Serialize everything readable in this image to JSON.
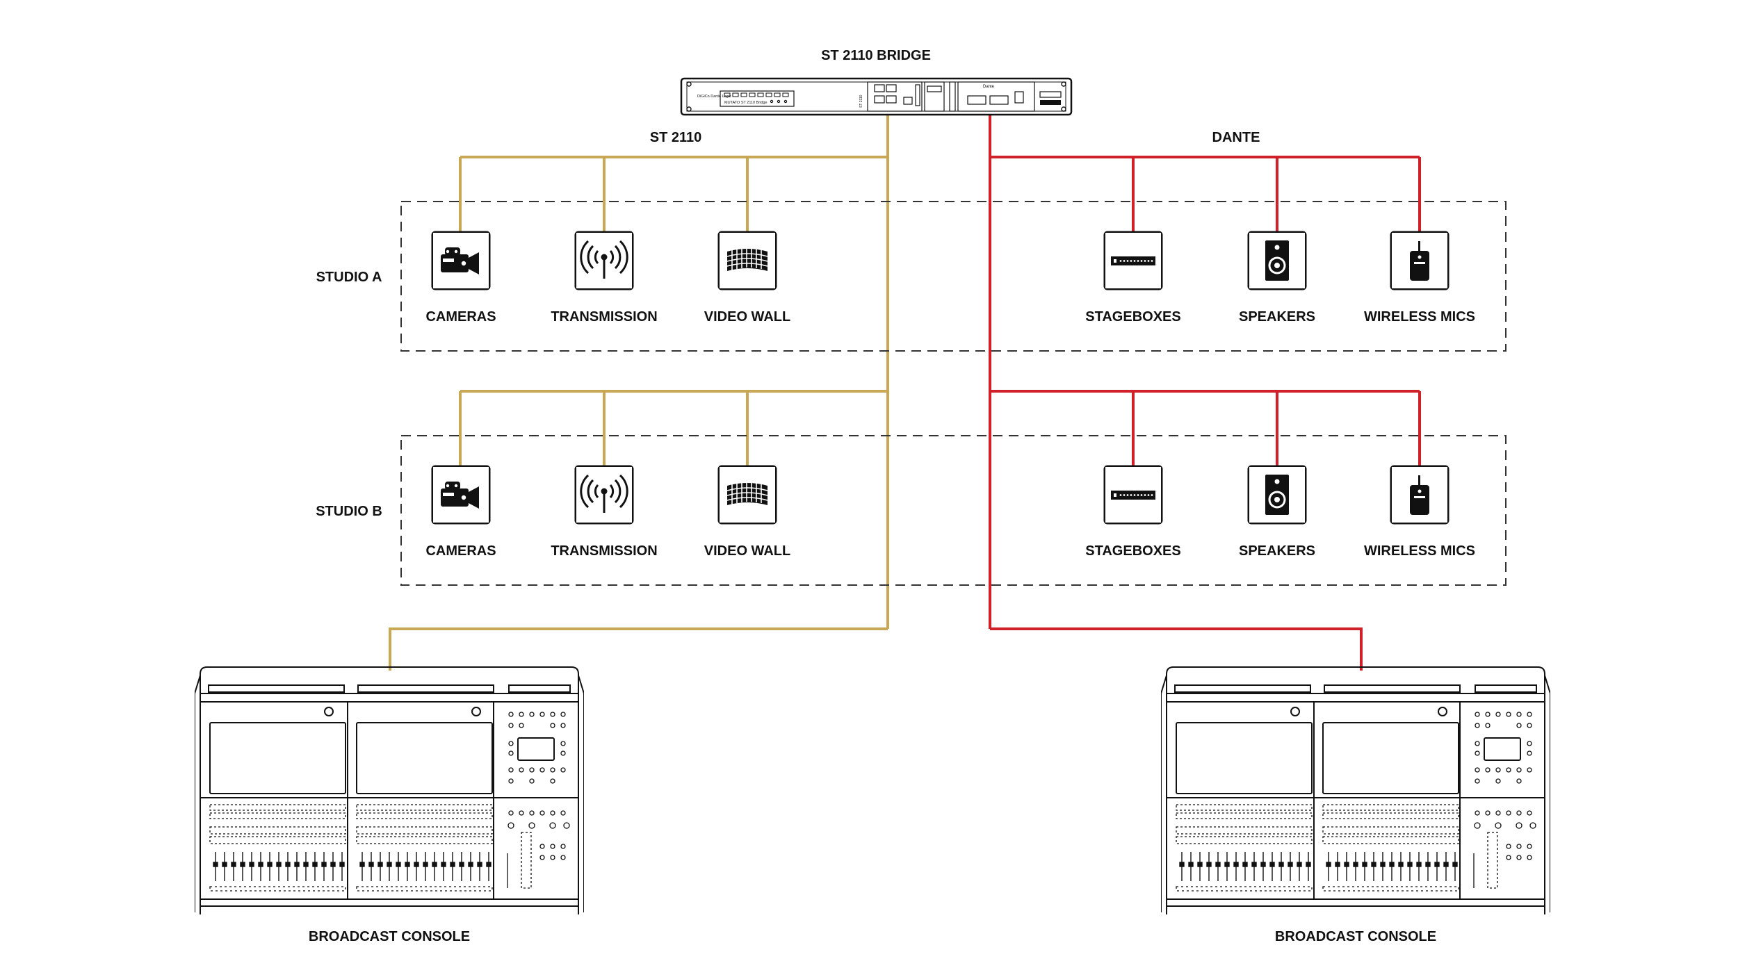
{
  "title": "ST 2110 BRIDGE",
  "networks": {
    "st2110": {
      "label": "ST 2110",
      "color": "#C9A855"
    },
    "dante": {
      "label": "DANTE",
      "color": "#D0212B"
    }
  },
  "bridge_device": {
    "brand": "DiGiCo Dante Logic",
    "model": "MUTATO ST 2110 Bridge",
    "tag1": "ST 2110",
    "tag2": "Dante"
  },
  "studios": [
    {
      "label": "STUDIO A",
      "st2110_devices": [
        {
          "label": "CAMERAS",
          "icon": "video-camera-icon"
        },
        {
          "label": "TRANSMISSION",
          "icon": "antenna-icon"
        },
        {
          "label": "VIDEO WALL",
          "icon": "video-wall-icon"
        }
      ],
      "dante_devices": [
        {
          "label": "STAGEBOXES",
          "icon": "stagebox-icon"
        },
        {
          "label": "SPEAKERS",
          "icon": "speaker-icon"
        },
        {
          "label": "WIRELESS MICS",
          "icon": "wireless-transmitter-icon"
        }
      ]
    },
    {
      "label": "STUDIO B",
      "st2110_devices": [
        {
          "label": "CAMERAS",
          "icon": "video-camera-icon"
        },
        {
          "label": "TRANSMISSION",
          "icon": "antenna-icon"
        },
        {
          "label": "VIDEO WALL",
          "icon": "video-wall-icon"
        }
      ],
      "dante_devices": [
        {
          "label": "STAGEBOXES",
          "icon": "stagebox-icon"
        },
        {
          "label": "SPEAKERS",
          "icon": "speaker-icon"
        },
        {
          "label": "WIRELESS MICS",
          "icon": "wireless-transmitter-icon"
        }
      ]
    }
  ],
  "consoles": [
    {
      "label": "BROADCAST CONSOLE",
      "icon": "mixing-console-icon",
      "network": "st2110"
    },
    {
      "label": "BROADCAST CONSOLE",
      "icon": "mixing-console-icon",
      "network": "dante"
    }
  ]
}
